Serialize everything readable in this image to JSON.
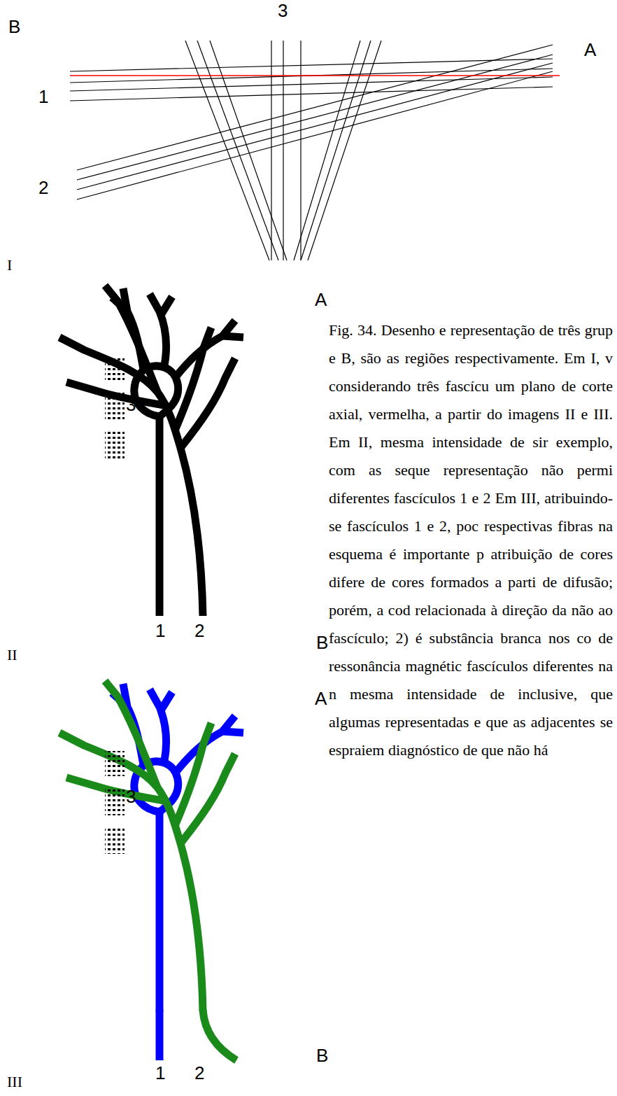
{
  "diagram": {
    "caption": "Fig. 34. Desenho e representação de três grup e B, são as regiões respectivamente. Em I, v considerando três fascícu um plano de corte axial, vermelha, a partir do imagens II e III. Em II, mesma intensidade de sir exemplo, com as seque representação não permi diferentes fascículos 1 e 2 Em III, atribuindo-se fascículos 1 e 2, poc respectivas fibras na esquema é importante p atribuição de cores difere de cores formados a parti de difusão; porém, a cod relacionada à direção da não ao fascículo; 2) é substância branca nos co de ressonância magnétic fascículos diferentes na n mesma intensidade de inclusive, que algumas representadas e que as adjacentes se espraiem diagnóstico de que não há",
    "labels": [
      "B",
      "3",
      "A",
      "1",
      "2",
      "I",
      "A",
      "3",
      "1",
      "2",
      "B",
      "II",
      "A",
      "3",
      "1",
      "2",
      "B",
      "III"
    ]
  }
}
